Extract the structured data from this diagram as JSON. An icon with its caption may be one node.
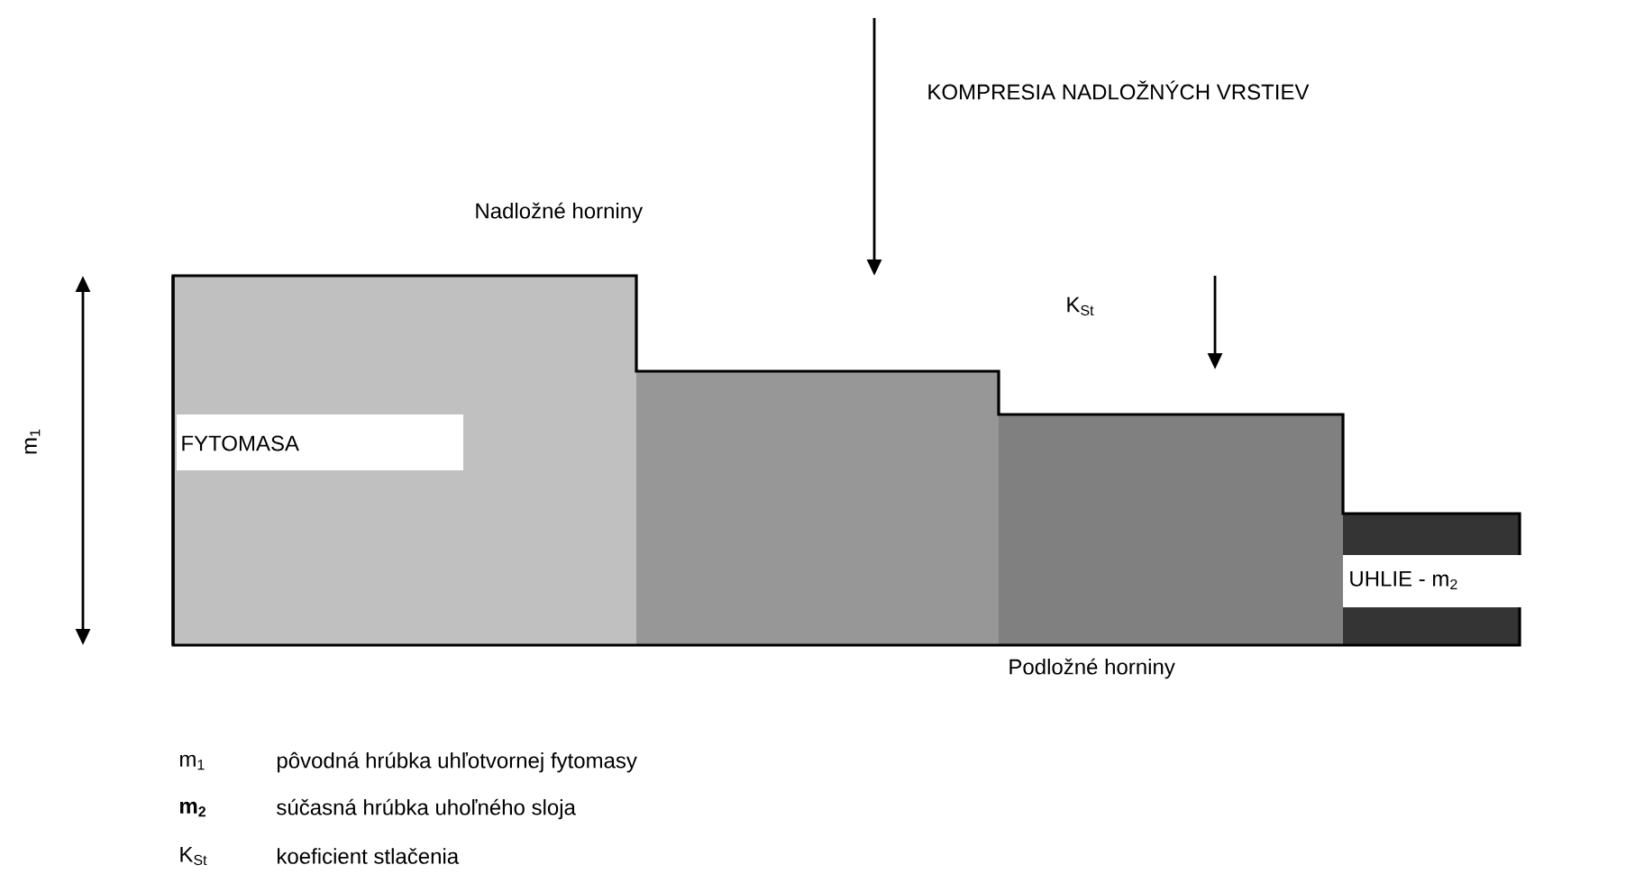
{
  "diagram": {
    "nodes": [
      {
        "text": [
          "FYTOMASA"
        ]
      },
      {
        "text": [],
        "shape": "box"
      },
      {
        "text": [],
        "shape": "box"
      },
      {
        "text": [
          "UHLIE - m$_{2}$"
        ]
      }
    ],
    "labels": [
      "KOMPRESIA  NADLOŽNÝCH  VRSTIEV",
      "Nadložné horniny",
      "m$_{1}$",
      "K$_{St}$",
      "Podložné horniny",
      "m$_{1}$",
      "pôvodná hrúbka uhľotvornej fytomasy",
      "m$_{2}$",
      "súčasná hrúbka uhoľného sloja",
      "K$_{St}$",
      "koeficient stlačenia"
    ]
  }
}
